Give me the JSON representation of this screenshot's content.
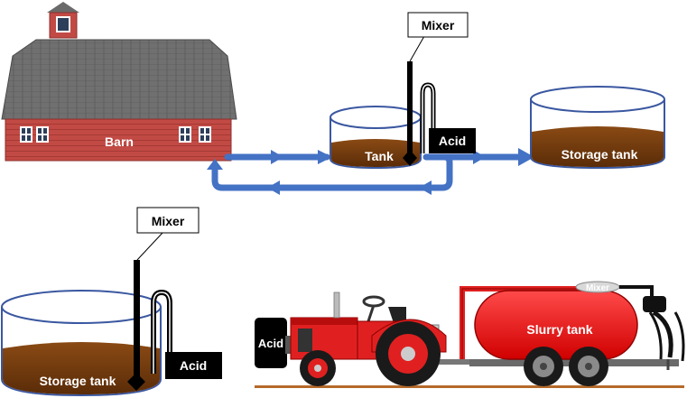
{
  "labels": {
    "barn": "Barn",
    "tank": "Tank",
    "storage_tank_top": "Storage tank",
    "storage_tank_bottom": "Storage tank",
    "mixer_top": "Mixer",
    "mixer_bottom": "Mixer",
    "mixer_trailer": "Mixer",
    "acid_top": "Acid",
    "acid_bottom": "Acid",
    "acid_tractor": "Acid",
    "slurry_tank": "Slurry tank"
  },
  "colors": {
    "pipe": "#4472c4",
    "slurry": "#7a3e10",
    "barn_wall": "#c0504d",
    "barn_roof": "#6e6e6e",
    "tractor": "#e02020",
    "slurry_tank": "#ff1a1a",
    "acid_box": "#000000"
  }
}
